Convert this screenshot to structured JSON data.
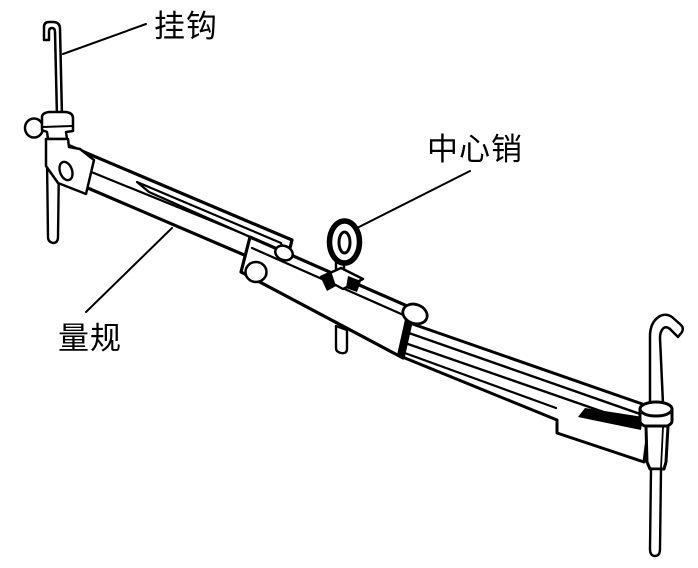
{
  "diagram": {
    "background": "#ffffff",
    "line_color": "#000000",
    "labels": {
      "hook": "挂钩",
      "center_pin": "中心销",
      "gauge": "量规"
    }
  }
}
